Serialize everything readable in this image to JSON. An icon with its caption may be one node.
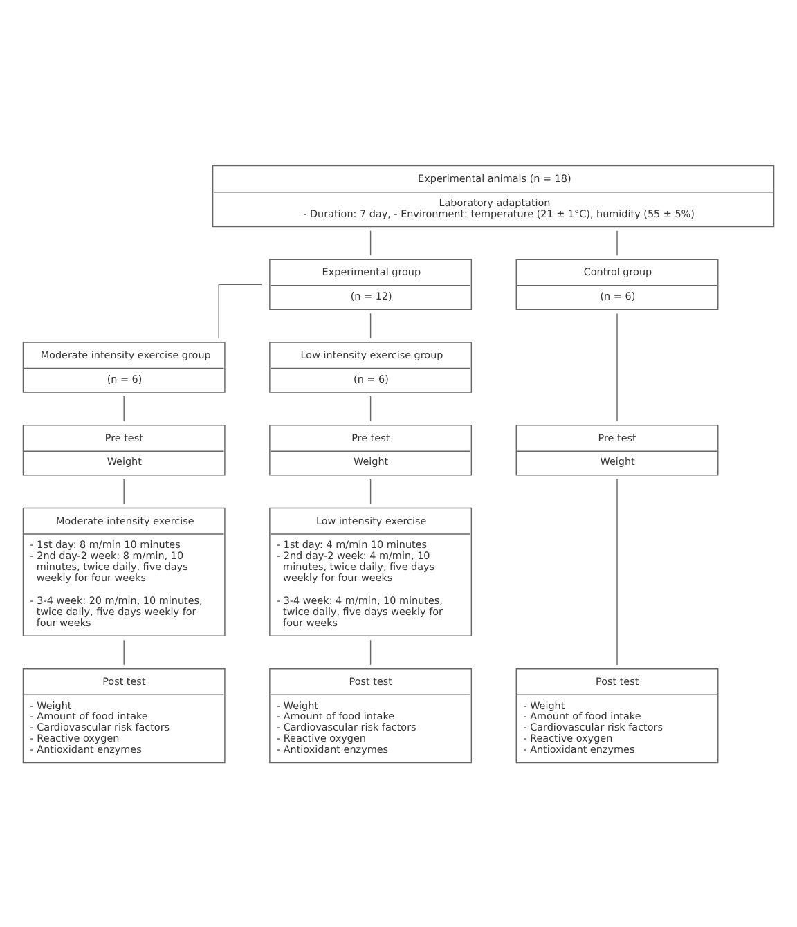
{
  "diagram": {
    "nodes": [
      {
        "text": [
          "Experimental animals (n = 18)",
          "Laboratory adaptation",
          "- Duration: 7 day, - Environment: temperature (21 ± 1°C), humidity (55 ± 5%)"
        ]
      },
      {
        "text": [
          "Experimental group",
          "(n = 12)"
        ]
      },
      {
        "text": [
          "Control group",
          "(n = 6)"
        ]
      },
      {
        "text": [
          "Moderate intensity exercise group",
          "(n = 6)"
        ]
      },
      {
        "text": [
          "Low intensity exercise group",
          "(n = 6)"
        ]
      },
      {
        "text": [
          "Pre test",
          "Weight"
        ]
      },
      {
        "text": [
          "Pre test",
          "Weight"
        ]
      },
      {
        "text": [
          "Pre test",
          "Weight"
        ]
      },
      {
        "text": [
          "Moderate intensity exercise",
          "- 1st day: 8 m/min 10 minutes",
          "- 2nd day-2 week: 8 m/min, 10 minutes, twice daily, five days weekly for four weeks",
          "- 3-4 week: 20 m/min, 10 minutes, twice daily, five days weekly for four weeks"
        ]
      },
      {
        "text": [
          "Low intensity exercise",
          "- 1st day: 4 m/min 10 minutes",
          "- 2nd day-2 week: 4 m/min, 10 minutes, twice daily, five days weekly for four weeks",
          "- 3-4 week: 4 m/min, 10 minutes, twice daily, five days weekly for four weeks"
        ]
      },
      {
        "text": [
          "Post test",
          "- Weight",
          "- Amount of food intake",
          "- Cardiovascular risk factors",
          "- Reactive oxygen",
          "- Antioxidant enzymes"
        ]
      },
      {
        "text": [
          "Post test",
          "- Weight",
          "- Amount of food intake",
          "- Cardiovascular risk factors",
          "- Reactive oxygen",
          "- Antioxidant enzymes"
        ]
      },
      {
        "text": [
          "Post test",
          "- Weight",
          "- Amount of food intake",
          "- Cardiovascular risk factors",
          "- Reactive oxygen",
          "- Antioxidant enzymes"
        ]
      }
    ],
    "edges": [
      {
        "from": 0,
        "to": 1,
        "arrow": "none"
      },
      {
        "from": 0,
        "to": 2,
        "arrow": "none"
      },
      {
        "from": 1,
        "to": 3,
        "arrow": "none"
      },
      {
        "from": 1,
        "to": 4,
        "arrow": "none"
      },
      {
        "from": 3,
        "to": 5,
        "arrow": "none"
      },
      {
        "from": 4,
        "to": 6,
        "arrow": "none"
      },
      {
        "from": 2,
        "to": 7,
        "arrow": "none"
      },
      {
        "from": 5,
        "to": 8,
        "arrow": "none"
      },
      {
        "from": 6,
        "to": 9,
        "arrow": "none"
      },
      {
        "from": 8,
        "to": 10,
        "arrow": "none"
      },
      {
        "from": 9,
        "to": 11,
        "arrow": "none"
      },
      {
        "from": 7,
        "to": 12,
        "arrow": "none"
      }
    ]
  }
}
